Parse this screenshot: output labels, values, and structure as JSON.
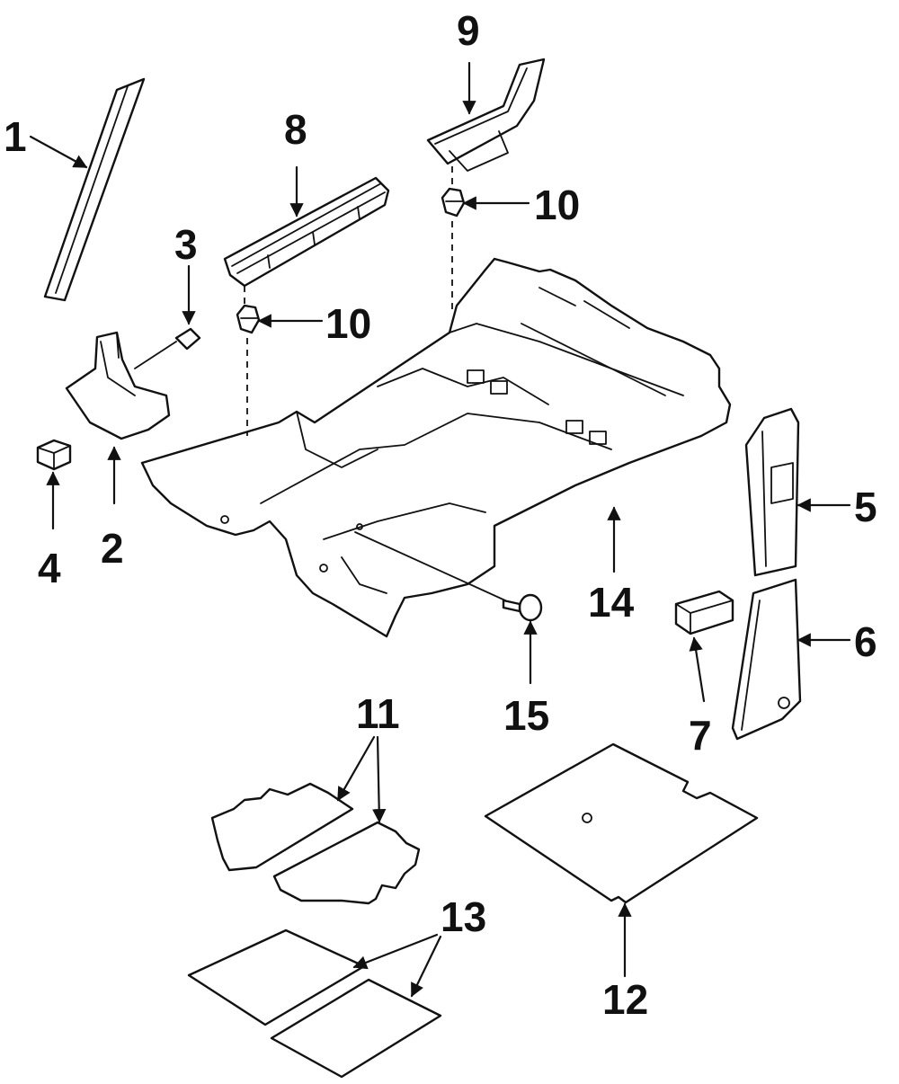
{
  "callouts": {
    "c1": "1",
    "c2": "2",
    "c3": "3",
    "c4": "4",
    "c5": "5",
    "c6": "6",
    "c7": "7",
    "c8": "8",
    "c9": "9",
    "c10a": "10",
    "c10b": "10",
    "c11": "11",
    "c12": "12",
    "c13": "13",
    "c14": "14",
    "c15": "15"
  },
  "colors": {
    "ink": "#111111",
    "paper": "#ffffff"
  }
}
